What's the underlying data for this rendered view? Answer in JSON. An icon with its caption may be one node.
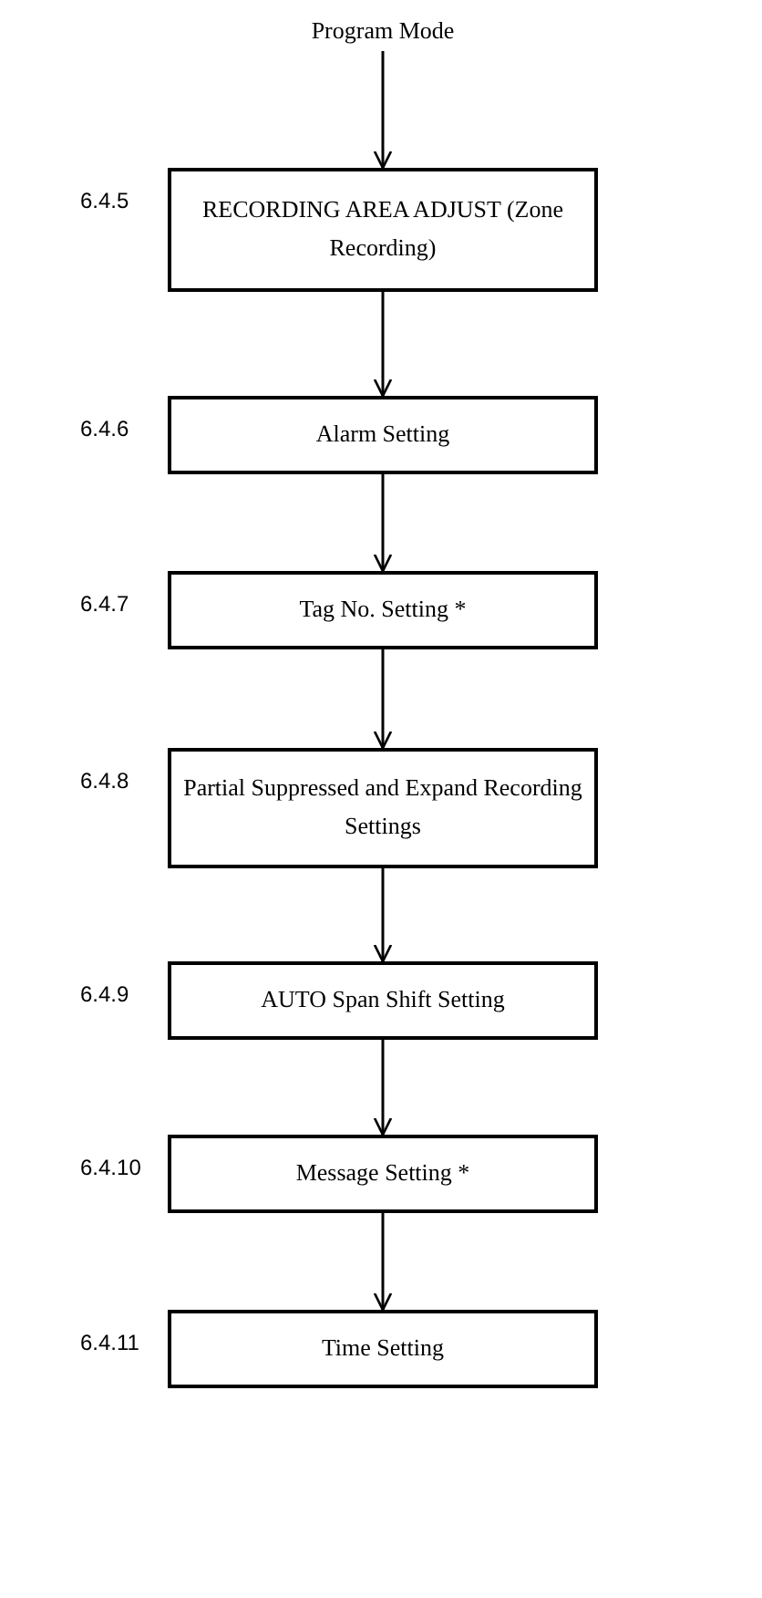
{
  "diagram": {
    "nodes": [
      {
        "text": [
          "Program Mode"
        ]
      },
      {
        "text": [
          "RECORDING AREA ADJUST (Zone Recording)"
        ],
        "beside": [
          "6.4.5"
        ]
      },
      {
        "text": [
          "Alarm Setting"
        ],
        "beside": [
          "6.4.6"
        ]
      },
      {
        "text": [
          "Tag No. Setting  *"
        ],
        "beside": [
          "6.4.7"
        ]
      },
      {
        "text": [
          "Partial Suppressed and Expand Recording Settings"
        ],
        "beside": [
          "6.4.8"
        ]
      },
      {
        "text": [
          "AUTO Span Shift Setting"
        ],
        "beside": [
          "6.4.9"
        ]
      },
      {
        "text": [
          "Message Setting  *"
        ],
        "beside": [
          "6.4.10"
        ]
      },
      {
        "text": [
          "Time Setting"
        ],
        "beside": [
          "6.4.11"
        ]
      }
    ],
    "edges": [
      {
        "from": 0,
        "to": 1,
        "arrow": "to"
      },
      {
        "from": 1,
        "to": 2,
        "arrow": "to"
      },
      {
        "from": 2,
        "to": 3,
        "arrow": "to"
      },
      {
        "from": 3,
        "to": 4,
        "arrow": "to"
      },
      {
        "from": 4,
        "to": 5,
        "arrow": "to"
      },
      {
        "from": 5,
        "to": 6,
        "arrow": "to"
      },
      {
        "from": 6,
        "to": 7,
        "arrow": "to"
      }
    ]
  }
}
